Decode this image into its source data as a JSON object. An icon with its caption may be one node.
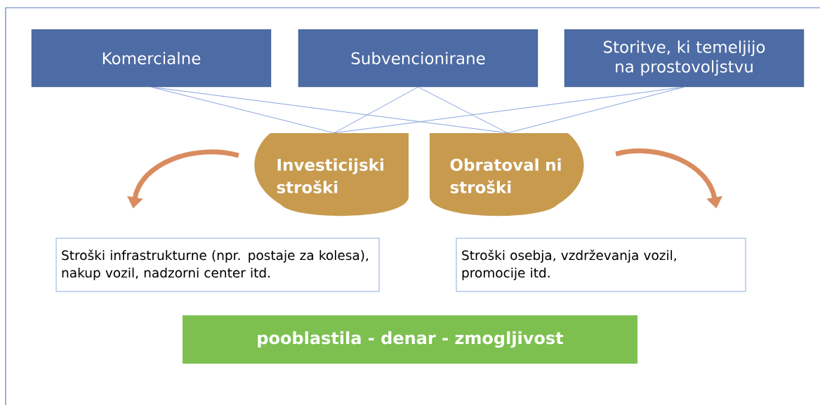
{
  "diagram": {
    "nodes": [
      {
        "text": [
          "Komercialne"
        ]
      },
      {
        "text": [
          "Subvencionirane"
        ]
      },
      {
        "text": [
          "Storitve, ki temeljijo na prostovoljstvu"
        ]
      },
      {
        "text": [
          "Investicijski stroški"
        ]
      },
      {
        "text": [
          "Obratoval ni stroški"
        ]
      },
      {
        "text": [
          "Stroški infrastrukturne (npr. postaje za kolesa), nakup vozil, nadzorni center itd."
        ]
      },
      {
        "text": [
          "Stroški osebja, vzdrževanja vozil, promocije itd."
        ]
      },
      {
        "text": [
          "pooblastila - denar - zmogljivost"
        ]
      }
    ],
    "edges": [
      {
        "from": 0,
        "to": 3,
        "arrow": "none"
      },
      {
        "from": 0,
        "to": 4,
        "arrow": "none"
      },
      {
        "from": 1,
        "to": 3,
        "arrow": "none"
      },
      {
        "from": 1,
        "to": 4,
        "arrow": "none"
      },
      {
        "from": 2,
        "to": 3,
        "arrow": "none"
      },
      {
        "from": 2,
        "to": 4,
        "arrow": "none"
      },
      {
        "from": 3,
        "to": 5,
        "arrow": "to",
        "style": "thick",
        "color": "#d98c5f"
      },
      {
        "from": 4,
        "to": 6,
        "arrow": "to",
        "style": "thick",
        "color": "#d98c5f"
      }
    ]
  }
}
